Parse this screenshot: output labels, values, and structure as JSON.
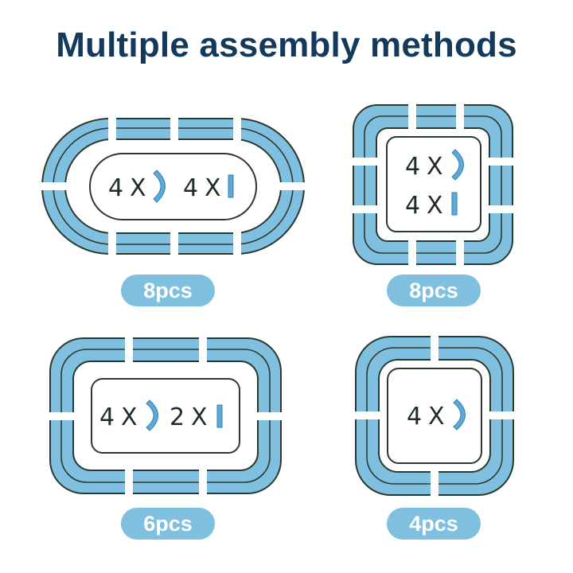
{
  "title": "Multiple assembly methods",
  "colors": {
    "track_fill": "#7fbfdf",
    "track_outline": "#2b3a2e",
    "title": "#133a5c",
    "pill": "#7fbfdf",
    "inner_text": "#1f2e23"
  },
  "layouts": [
    {
      "id": "oval",
      "count_label": "8pcs",
      "parts": [
        {
          "qty": "4",
          "sep": "X",
          "piece_icon": "curved-track-icon"
        },
        {
          "qty": "4",
          "sep": "X",
          "piece_icon": "straight-track-icon"
        }
      ]
    },
    {
      "id": "square",
      "count_label": "8pcs",
      "parts": [
        {
          "qty": "4",
          "sep": "X",
          "piece_icon": "curved-track-icon"
        },
        {
          "qty": "4",
          "sep": "X",
          "piece_icon": "straight-track-icon"
        }
      ]
    },
    {
      "id": "rectangle",
      "count_label": "6pcs",
      "parts": [
        {
          "qty": "4",
          "sep": "X",
          "piece_icon": "curved-track-icon"
        },
        {
          "qty": "2",
          "sep": "X",
          "piece_icon": "straight-track-icon"
        }
      ]
    },
    {
      "id": "small-square",
      "count_label": "4pcs",
      "parts": [
        {
          "qty": "4",
          "sep": "X",
          "piece_icon": "curved-track-icon"
        }
      ]
    }
  ]
}
